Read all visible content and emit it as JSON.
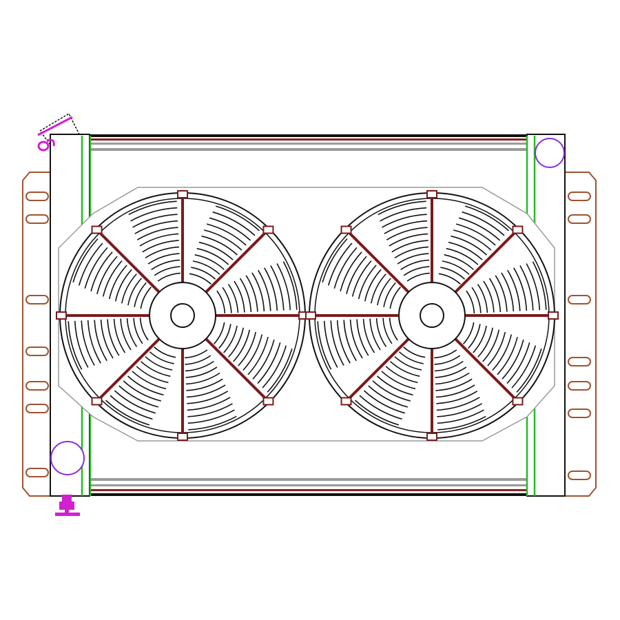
{
  "diagram": {
    "colors": {
      "outline": "#111111",
      "tank_bracket": "#a0522d",
      "fan_spoke": "#7a1a1a",
      "seal_line": "#22bb22",
      "port_circle": "#8a2be2",
      "fitting": "#d020d0",
      "core_bar_gray": "#9a9a9a",
      "core_bar_red": "#8b2020"
    },
    "fans": [
      {
        "label": "",
        "spokes": 8,
        "rings": 12
      },
      {
        "label": "",
        "spokes": 8,
        "rings": 12
      }
    ],
    "icons": [
      "radiator-cap-icon",
      "drain-petcock-icon",
      "inlet-port-icon",
      "outlet-port-icon"
    ]
  }
}
